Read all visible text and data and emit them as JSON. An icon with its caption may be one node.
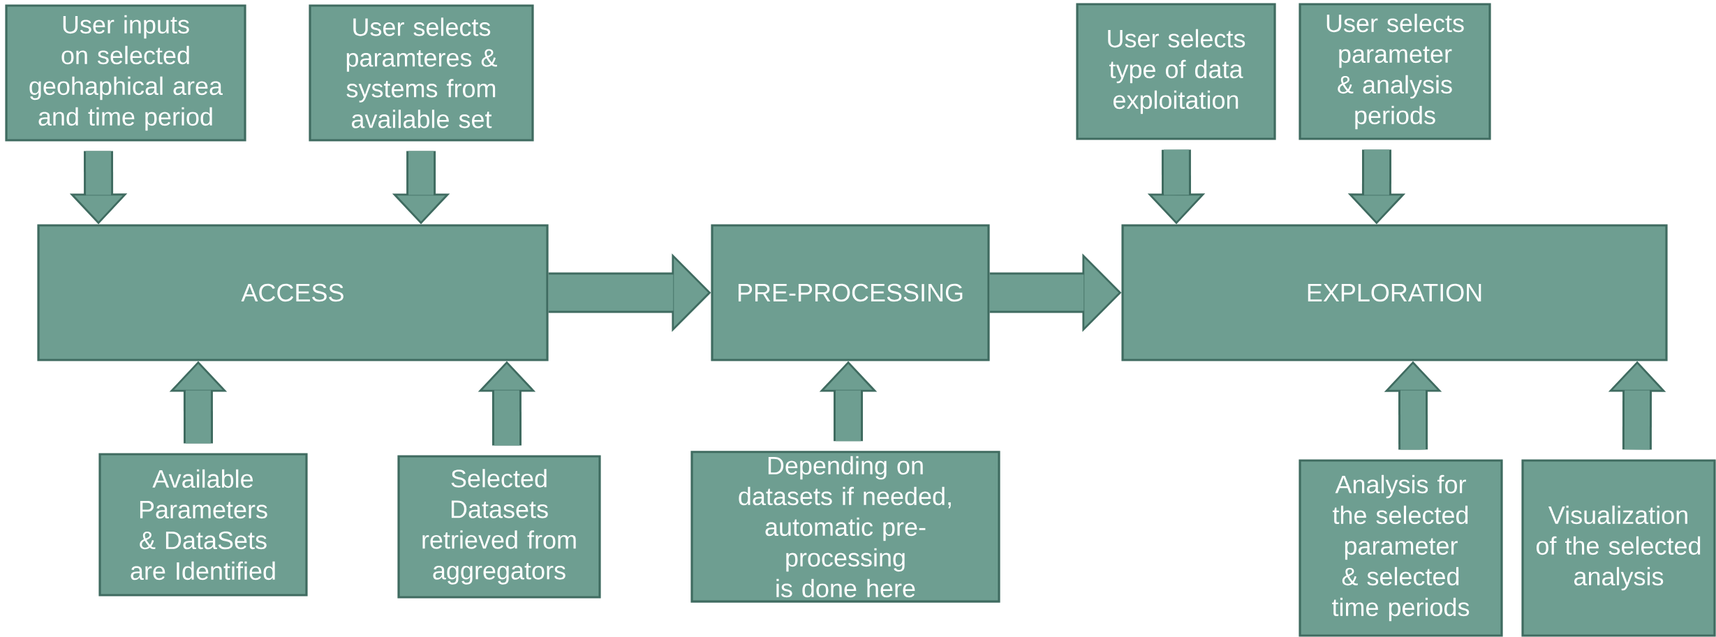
{
  "diagram": {
    "nodes": [
      {
        "text": [
          "User inputs on selected geohaphical area and time period"
        ]
      },
      {
        "text": [
          "User selects paramteres & systems from available set"
        ]
      },
      {
        "text": [
          "ACCESS"
        ]
      },
      {
        "text": [
          "PRE-PROCESSING"
        ]
      },
      {
        "text": [
          "EXPLORATION"
        ]
      },
      {
        "text": [
          "User selects type of data exploitation"
        ]
      },
      {
        "text": [
          "User selects parameter & analysis periods"
        ]
      },
      {
        "text": [
          "Available Parameters & DataSets are Identified"
        ]
      },
      {
        "text": [
          "Selected Datasets retrieved from aggregators"
        ]
      },
      {
        "text": [
          "Depending on datasets if needed, automatic pre-processing is done here"
        ]
      },
      {
        "text": [
          "Analysis for the selected parameter & selected time periods"
        ]
      },
      {
        "text": [
          "Visualization of the selected analysis"
        ]
      }
    ],
    "edges": [
      {
        "from": 0,
        "to": 2,
        "arrow": "to"
      },
      {
        "from": 1,
        "to": 2,
        "arrow": "to"
      },
      {
        "from": 7,
        "to": 2,
        "arrow": "to"
      },
      {
        "from": 8,
        "to": 2,
        "arrow": "to"
      },
      {
        "from": 2,
        "to": 3,
        "arrow": "to"
      },
      {
        "from": 9,
        "to": 3,
        "arrow": "to"
      },
      {
        "from": 3,
        "to": 4,
        "arrow": "to"
      },
      {
        "from": 5,
        "to": 4,
        "arrow": "to"
      },
      {
        "from": 6,
        "to": 4,
        "arrow": "to"
      },
      {
        "from": 10,
        "to": 4,
        "arrow": "to"
      },
      {
        "from": 11,
        "to": 4,
        "arrow": "to"
      }
    ]
  }
}
